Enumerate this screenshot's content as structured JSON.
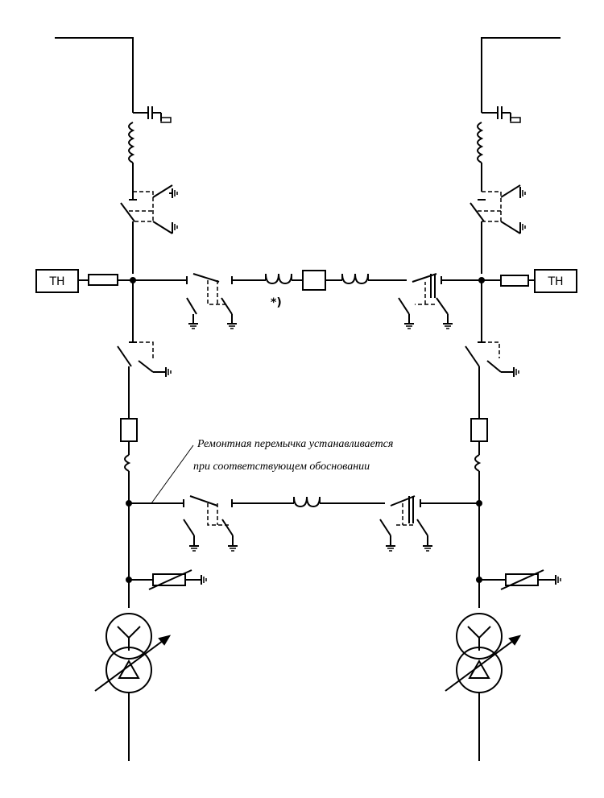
{
  "labels": {
    "tn_left": "ТН",
    "tn_right": "ТН",
    "note_mark": "*)",
    "annotation_line1": "Ремонтная перемычка устанавливается",
    "annotation_line2": "при соответствующем обосновании"
  },
  "colors": {
    "line": "#000000",
    "background": "#ffffff"
  },
  "icons": [
    "coupling-capacitor-icon",
    "reactor-coil-icon",
    "disconnector-icon",
    "earthing-switch-icon",
    "ground-icon",
    "fuse-icon",
    "current-transformer-icon",
    "circuit-breaker-icon",
    "surge-arrester-icon",
    "power-transformer-icon"
  ]
}
